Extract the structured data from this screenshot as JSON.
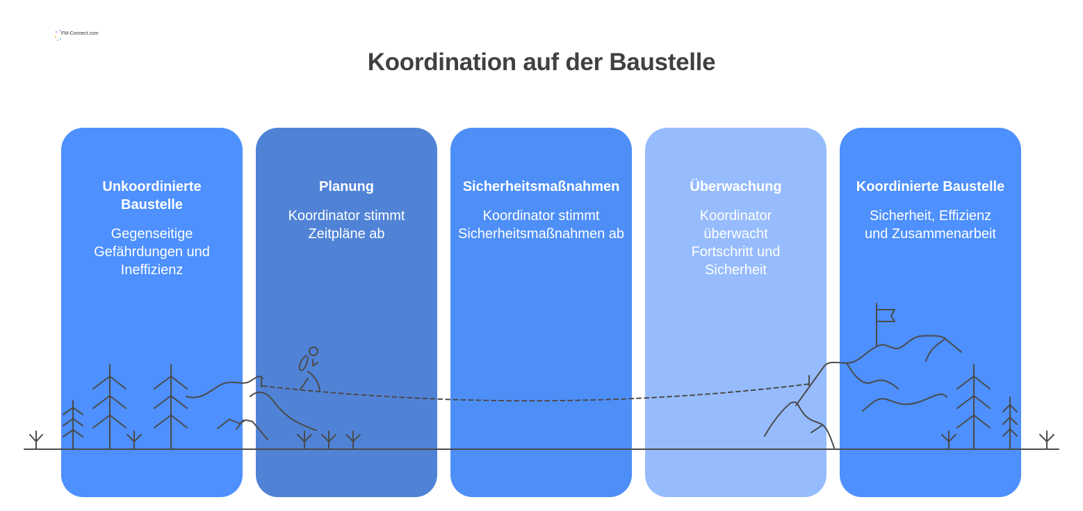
{
  "logo": {
    "text": "FM-Connect.com"
  },
  "title": "Koordination auf der Baustelle",
  "colors": {
    "panel_1": "#4d90fe",
    "panel_2": "#5083d6",
    "panel_3": "#4e8ff7",
    "panel_4": "#96bcfd",
    "panel_5": "#4d90fe",
    "title_text": "#404040",
    "line_art": "#4a4a4a"
  },
  "panels": [
    {
      "title": "Unkoordinierte Baustelle",
      "description": "Gegenseitige Gefährdungen und Ineffizienz"
    },
    {
      "title": "Planung",
      "description": "Koordinator stimmt Zeitpläne ab"
    },
    {
      "title": "Sicherheitsmaßnahmen",
      "description": "Koordinator stimmt Sicherheitsmaßnahmen ab"
    },
    {
      "title": "Überwachung",
      "description": "Koordinator überwacht Fortschritt und Sicherheit"
    },
    {
      "title": "Koordinierte Baustelle",
      "description": "Sicherheit, Effizienz und Zusammenarbeit"
    }
  ],
  "illustration": {
    "icons": [
      "tree-icon",
      "grass-icon",
      "hill-icon",
      "hiker-icon",
      "rope-bridge-icon",
      "mountain-icon",
      "flag-icon"
    ]
  }
}
